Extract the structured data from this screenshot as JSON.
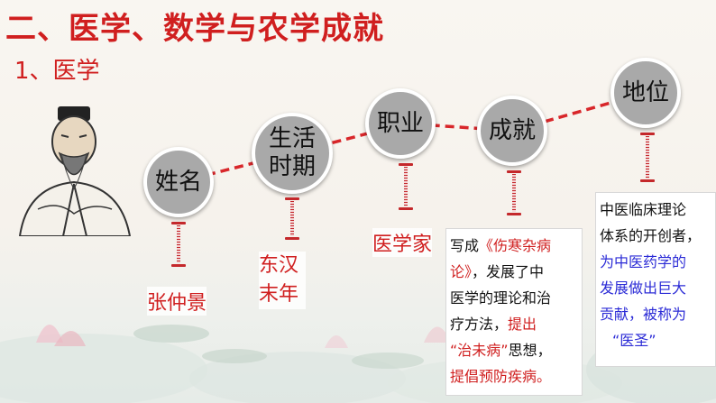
{
  "slide": {
    "title": "二、医学、数学与农学成就",
    "subtitle": "1、医学"
  },
  "nodes": {
    "name": "姓名",
    "era_line1": "生活",
    "era_line2": "时期",
    "job": "职业",
    "achievement": "成就",
    "status": "地位"
  },
  "answers": {
    "name": "张仲景",
    "era_line1": "东汉",
    "era_line2": "末年",
    "job": "医学家"
  },
  "achievement_text": {
    "l1a": "写成",
    "l1b": "《伤寒杂病",
    "l2a": "论》",
    "l2b": "，发展了中",
    "l3": "医学的理论和治",
    "l4a": "疗方法，",
    "l4b": "提出",
    "l5a": "“治未病”",
    "l5b": "思想，",
    "l6": "提倡预防疾病。"
  },
  "status_text": {
    "l1": "中医临床理论",
    "l2": "体系的开创者，",
    "l3": "为中医药学的",
    "l4": "发展做出巨大",
    "l5": "贡献，被称为",
    "l6": "“医圣”"
  },
  "colors": {
    "accent_red": "#d01f1f",
    "node_gray": "#a9a9a9",
    "highlight_blue": "#2b2bd6"
  }
}
